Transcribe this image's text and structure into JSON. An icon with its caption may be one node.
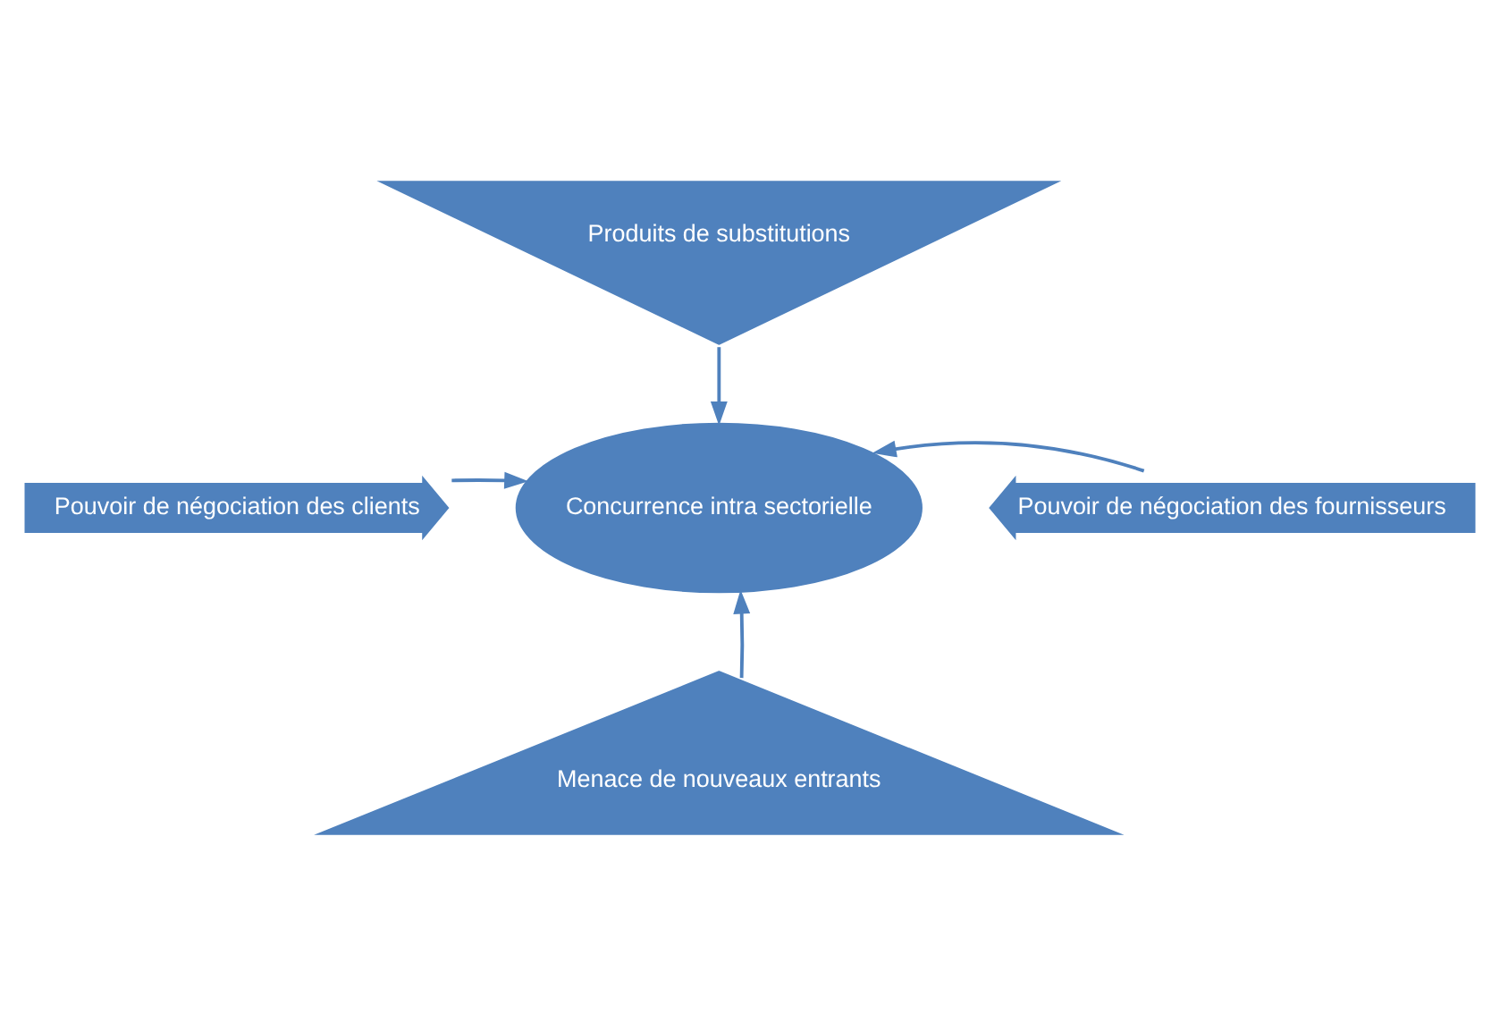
{
  "diagram": {
    "nodes": [
      {
        "text": [
          "Produits de substitutions"
        ]
      },
      {
        "text": [
          "Pouvoir de négociation des clients"
        ]
      },
      {
        "text": [
          "Concurrence intra sectorielle"
        ]
      },
      {
        "text": [
          "Pouvoir de négociation des fournisseurs"
        ]
      },
      {
        "text": [
          "Menace de nouveaux entrants"
        ]
      }
    ],
    "edges": [
      {
        "from": 0,
        "to": 2,
        "arrow": "to"
      },
      {
        "from": 1,
        "to": 2,
        "arrow": "to"
      },
      {
        "from": 3,
        "to": 2,
        "arrow": "to"
      },
      {
        "from": 4,
        "to": 2,
        "arrow": "to"
      }
    ]
  }
}
